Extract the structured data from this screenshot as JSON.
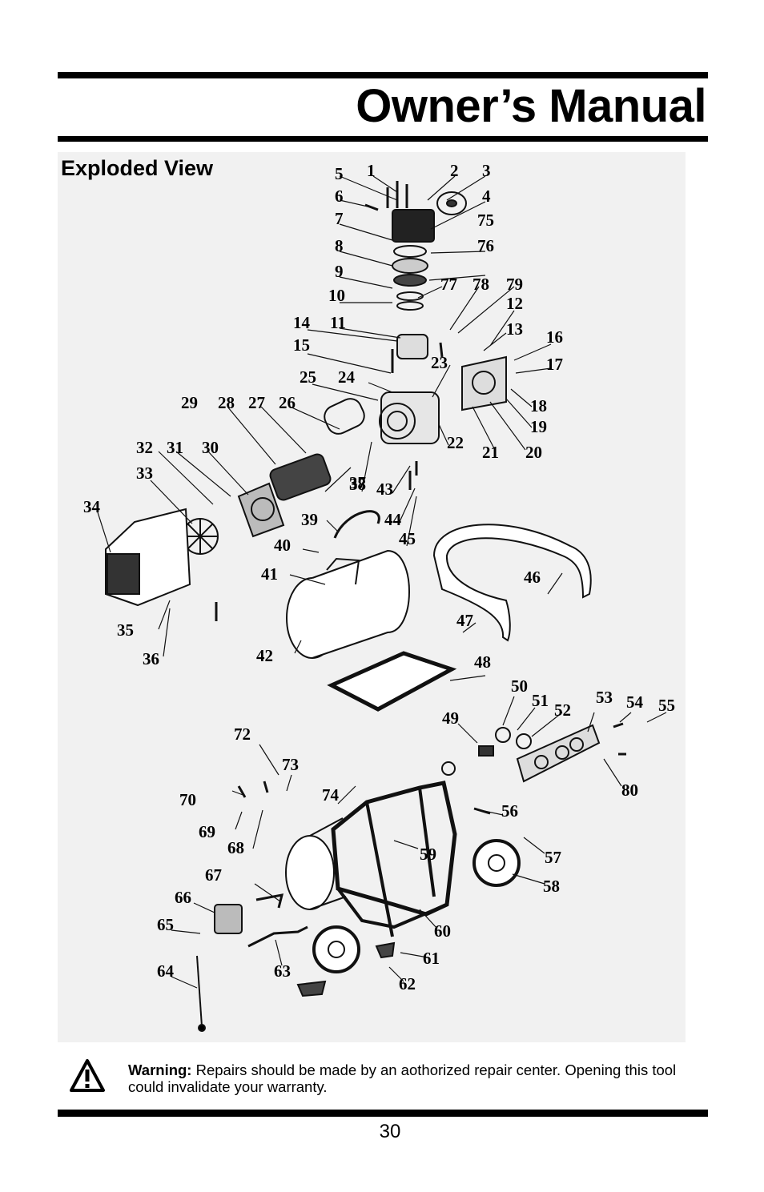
{
  "header": {
    "title": "Owner’s Manual"
  },
  "section": {
    "heading": "Exploded View"
  },
  "diagram": {
    "labels": [
      "1",
      "2",
      "3",
      "4",
      "5",
      "6",
      "7",
      "8",
      "9",
      "10",
      "11",
      "12",
      "13",
      "14",
      "15",
      "16",
      "17",
      "18",
      "19",
      "20",
      "21",
      "22",
      "23",
      "24",
      "25",
      "26",
      "27",
      "28",
      "29",
      "30",
      "31",
      "32",
      "33",
      "34",
      "35",
      "36",
      "37",
      "38",
      "39",
      "40",
      "41",
      "42",
      "43",
      "44",
      "45",
      "46",
      "47",
      "48",
      "49",
      "50",
      "51",
      "52",
      "53",
      "54",
      "55",
      "56",
      "57",
      "58",
      "59",
      "60",
      "61",
      "62",
      "63",
      "64",
      "65",
      "66",
      "67",
      "68",
      "69",
      "70",
      "72",
      "73",
      "74",
      "75",
      "76",
      "77",
      "78",
      "79",
      "80"
    ]
  },
  "warning": {
    "label": "Warning:",
    "text": "Repairs should be made by an aothorized repair center. Opening this tool could invalidate your warranty."
  },
  "footer": {
    "page_number": "30"
  }
}
